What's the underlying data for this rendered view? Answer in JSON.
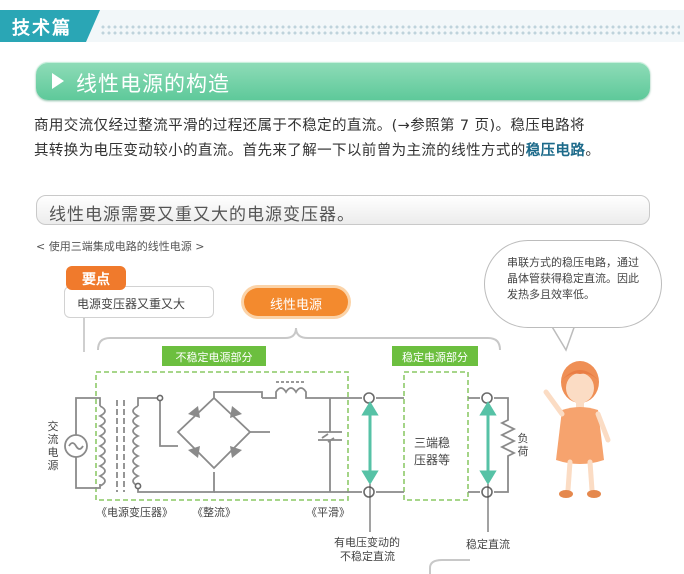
{
  "header": {
    "tab": "技术篇"
  },
  "section": {
    "title": "线性电源的构造"
  },
  "intro": {
    "line1": "商用交流仅经过整流平滑的过程还属于不稳定的直流。(→参照第 7 页)。稳压电路将",
    "line2_prefix": "其转换为电压变动较小的直流。首先来了解一下以前曾为主流的线性方式的",
    "line2_highlight": "稳压电路",
    "line2_suffix": "。"
  },
  "subsection": {
    "title": "线性电源需要又重又大的电源变压器。"
  },
  "diagram": {
    "caption": "< 使用三端集成电路的线性电源 >",
    "key_point_tag": "要点",
    "key_point_text": "电源变压器又重又大",
    "linear_power_badge": "线性电源",
    "unstable_part": "不稳定电源部分",
    "stable_part": "稳定电源部分",
    "ac_source": "交流电源",
    "transformer_label": "《电源变压器》",
    "rectifier_label": "《整流》",
    "smoothing_label": "《平滑》",
    "regulator_line1": "三端稳",
    "regulator_line2": "压器等",
    "load": "负荷",
    "unstable_dc_line1": "有电压变动的",
    "unstable_dc_line2": "不稳定直流",
    "stable_dc": "稳定直流",
    "speech_bubble": "串联方式的稳压电路，通过晶体管获得稳定直流。因此发热多且效率低。"
  },
  "colors": {
    "teal": "#2aa6b5",
    "green_title": "#5ec99a",
    "orange": "#f07a2c",
    "green_tag": "#6cbf3f",
    "arrow_teal": "#56c2a6",
    "wire_gray": "#8a8a8a"
  }
}
